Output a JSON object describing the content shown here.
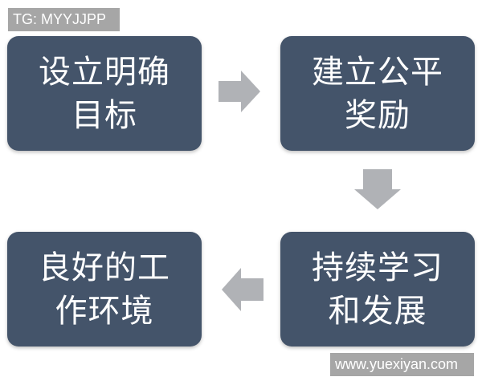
{
  "watermarks": {
    "top_left": "TG: MYYJJPP",
    "bottom_right": "www.yuexiyan.com"
  },
  "diagram": {
    "type": "cycle-flow",
    "box_color": "#44546a",
    "arrow_color": "#b0b2b6",
    "steps": [
      {
        "line1": "设立明确",
        "line2": "目标"
      },
      {
        "line1": "建立公平",
        "line2": "奖励"
      },
      {
        "line1": "持续学习",
        "line2": "和发展"
      },
      {
        "line1": "良好的工",
        "line2": "作环境"
      }
    ],
    "arrows": [
      {
        "from": 0,
        "to": 1,
        "direction": "right"
      },
      {
        "from": 1,
        "to": 2,
        "direction": "down"
      },
      {
        "from": 2,
        "to": 3,
        "direction": "left"
      }
    ]
  }
}
